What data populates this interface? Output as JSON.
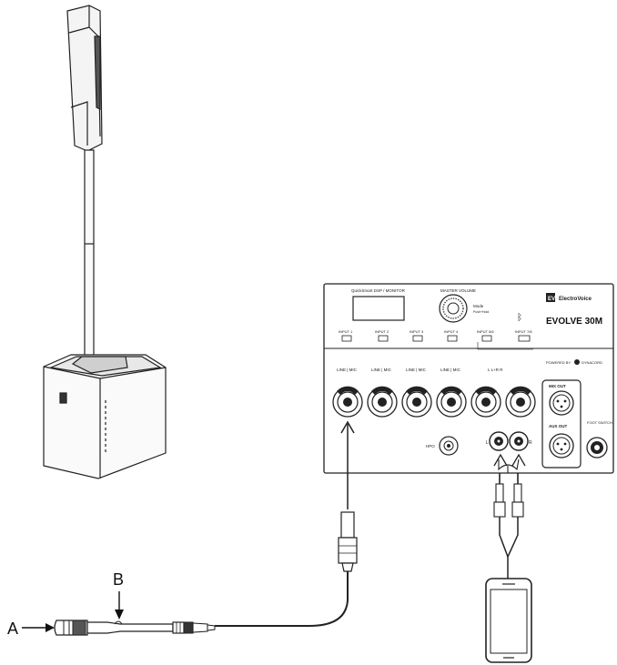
{
  "panel": {
    "header_left": "QuickSmart DSP / MONITOR",
    "header_center": "MASTER VOLUME",
    "knob_label": "Mode",
    "knob_sublabel": "Push+Hold",
    "logo_text": "ElectroVoice",
    "model": "EVOLVE 30M",
    "inputs": [
      {
        "label": "INPUT 1",
        "jack_label": "LINE | MIC"
      },
      {
        "label": "INPUT 2",
        "jack_label": "LINE | MIC"
      },
      {
        "label": "INPUT 3",
        "jack_label": "LINE | MIC"
      },
      {
        "label": "INPUT 4",
        "jack_label": "LINE | MIC"
      },
      {
        "label": "INPUT 5/6",
        "jack_label": "L  L+R  R"
      },
      {
        "label": "INPUT 7/8",
        "jack_label": ""
      }
    ],
    "powered_by": "POWERED BY",
    "powered_brand": "DYNACORD",
    "mix_out": "MIX OUT",
    "aux_out": "AUX OUT",
    "foot_switch": "FOOT SWITCH",
    "hpo_label": "HPO"
  },
  "callouts": {
    "a": "A",
    "b": "B"
  },
  "icons": [
    "bluetooth-icon",
    "speaker-column-icon",
    "microphone-icon",
    "smartphone-icon",
    "arrow-icon"
  ]
}
